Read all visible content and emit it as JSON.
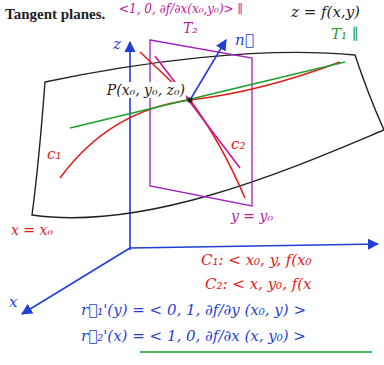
{
  "diagram": {
    "title": "Tangent planes.",
    "labels": [
      "<1, 0, ∂f/∂x(x₀,y₀)> ∥",
      "T₂",
      "n⃗",
      "z = f(x,y)",
      "T₁ ∥",
      "z",
      "P(x₀, y₀, z₀)",
      "c₁",
      "c₂",
      "x = x₀",
      "y = y₀",
      "x",
      "C₁: < x₀, y, f(x₀",
      "C₂: < x, y₀, f(x",
      "r⃗₁'(y) = < 0, 1, ∂f/∂y (x₀, y) >",
      "r⃗₂'(x) = < 1, 0, ∂f/∂x (x, y₀) >"
    ]
  }
}
